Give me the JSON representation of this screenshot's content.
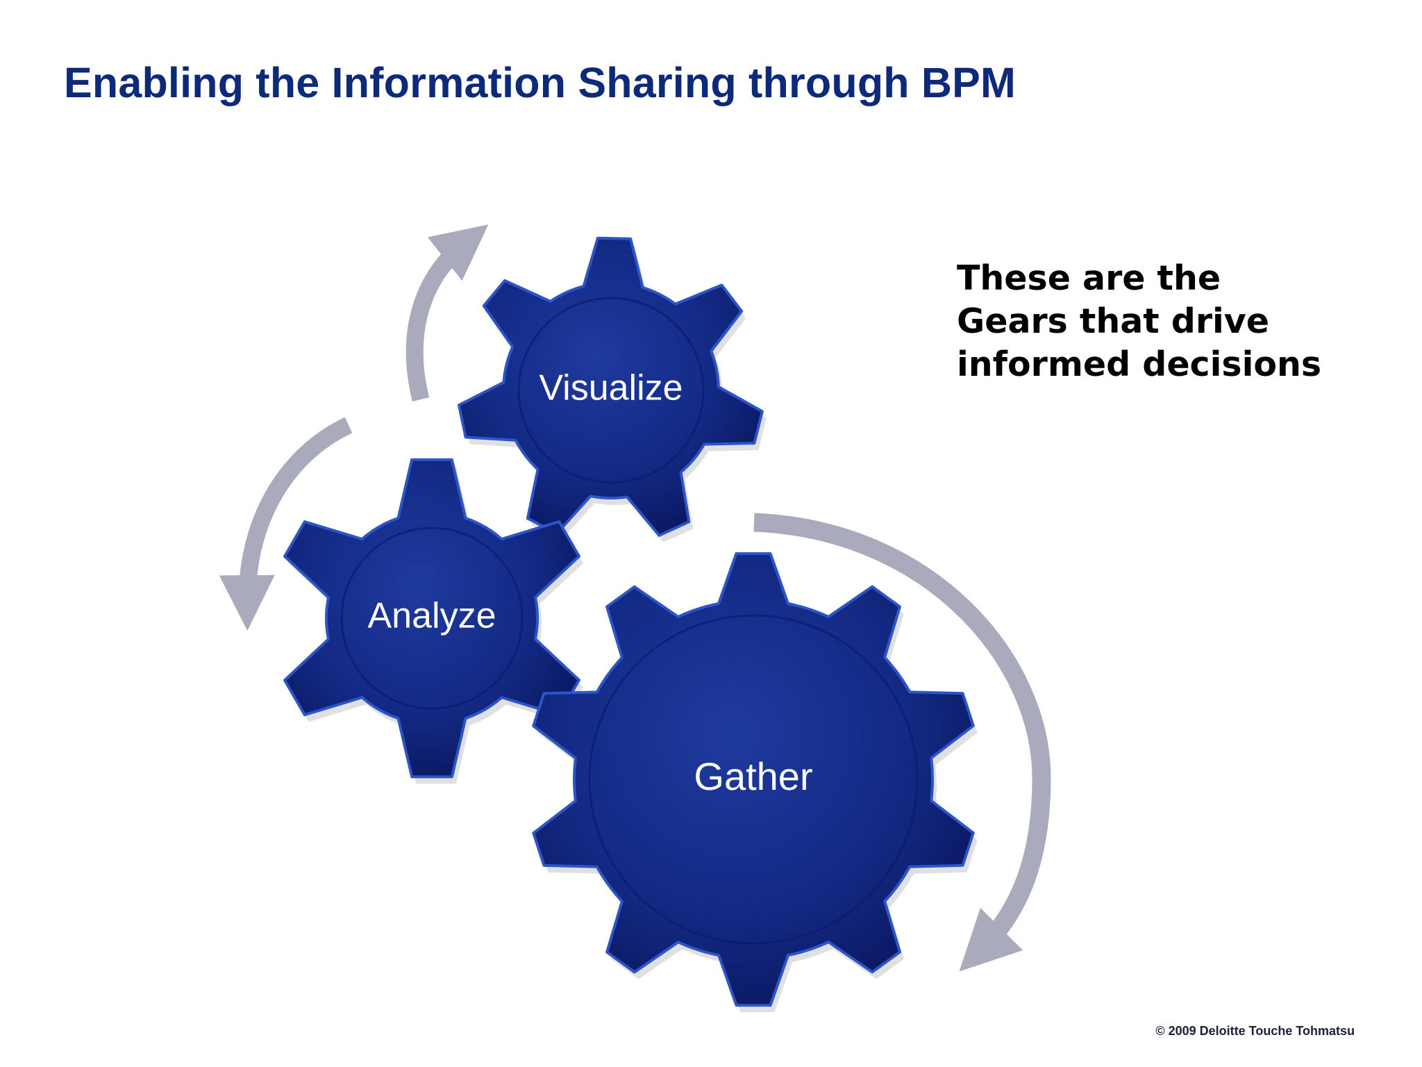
{
  "slide": {
    "title": "Enabling the Information Sharing through BPM",
    "caption_lines": [
      "These are the",
      "Gears that drive",
      "informed decisions"
    ],
    "footer": "© 2009 Deloitte Touche Tohmatsu"
  },
  "diagram": {
    "gears": [
      {
        "id": "visualize",
        "label": "Visualize"
      },
      {
        "id": "analyze",
        "label": "Analyze"
      },
      {
        "id": "gather",
        "label": "Gather"
      }
    ],
    "arrows": [
      "analyze-to-visualize",
      "visualize-to-analyze",
      "gather-cycle"
    ],
    "colors": {
      "gear_dark": "#0c1a6e",
      "gear_mid": "#1a3296",
      "gear_edge": "#2e55c8",
      "arrow": "#a9abbd",
      "title": "#0d2a7a"
    }
  }
}
